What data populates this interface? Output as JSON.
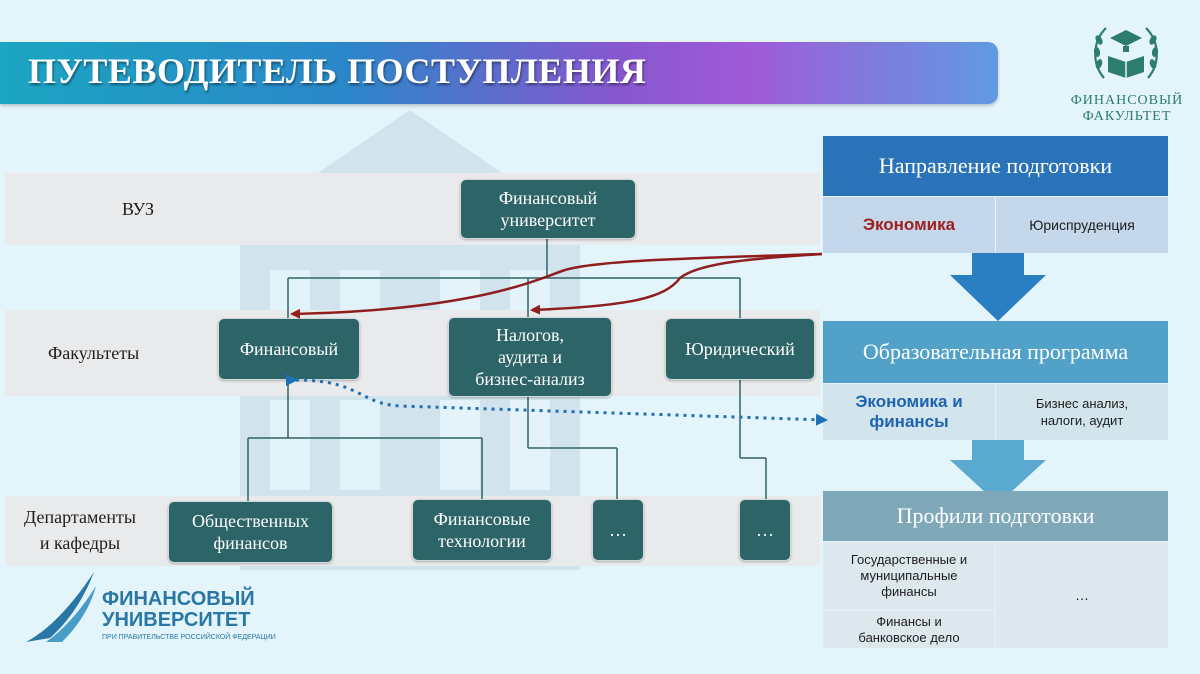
{
  "title": "ПУТЕВОДИТЕЛЬ ПОСТУПЛЕНИЯ",
  "faculty_logo": {
    "line1": "ФИНАНСОВЫЙ",
    "line2": "ФАКУЛЬТЕТ"
  },
  "university_logo": {
    "line1": "ФИНАНСОВЫЙ",
    "line2": "УНИВЕРСИТЕТ",
    "line3": "ПРИ ПРАВИТЕЛЬСТВЕ РОССИЙСКОЙ ФЕДЕРАЦИИ"
  },
  "rows": {
    "vuz": "ВУЗ",
    "faculties": "Факультеты",
    "departments_line1": "Департаменты",
    "departments_line2": "и кафедры"
  },
  "org": {
    "university": "Финансовый\nуниверситет",
    "faculty_finance": "Финансовый",
    "faculty_tax": "Налогов,\nаудита и\nбизнес-анализ",
    "faculty_law": "Юридический",
    "dept_public_finance": "Общественных\nфинансов",
    "dept_fintech": "Финансовые\nтехнологии",
    "dept_ellipsis_1": "…",
    "dept_ellipsis_2": "…"
  },
  "right_panel": {
    "direction": {
      "header": "Направление подготовки",
      "opt1": "Экономика",
      "opt2": "Юриспруденция"
    },
    "program": {
      "header": "Образовательная программа",
      "opt1": "Экономика и\nфинансы",
      "opt2": "Бизнес анализ,\nналоги, аудит"
    },
    "profiles": {
      "header": "Профили подготовки",
      "opt1": "Государственные и\nмуниципальные\nфинансы",
      "opt2": "…",
      "opt3": "Финансы и\nбанковское дело"
    }
  },
  "colors": {
    "box": "#2c6467",
    "direction_header": "#2a73b8",
    "program_header": "#52a1c9",
    "profiles_header": "#7fa8b8",
    "red_arrow": "#8f1f1f",
    "blue_dotted": "#1f6fb5",
    "highlight_red": "#a01f1f",
    "highlight_blue": "#1f63b0"
  }
}
